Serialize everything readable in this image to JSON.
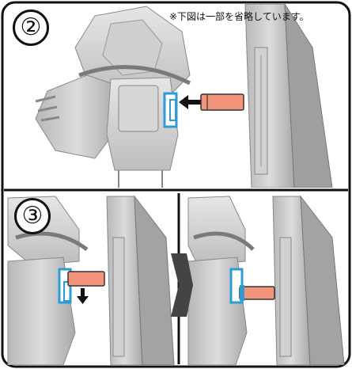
{
  "steps": {
    "step2": {
      "label": "②"
    },
    "step3": {
      "label": "③"
    }
  },
  "note": "※下図は一部を省略しています。",
  "colors": {
    "part": "#f2957a",
    "clip": "#2e9bd6",
    "outline": "#111111",
    "model": "#c9c9c9"
  },
  "icons": [
    "arrow-left-icon",
    "arrow-down-icon",
    "chevron-right-icon"
  ]
}
